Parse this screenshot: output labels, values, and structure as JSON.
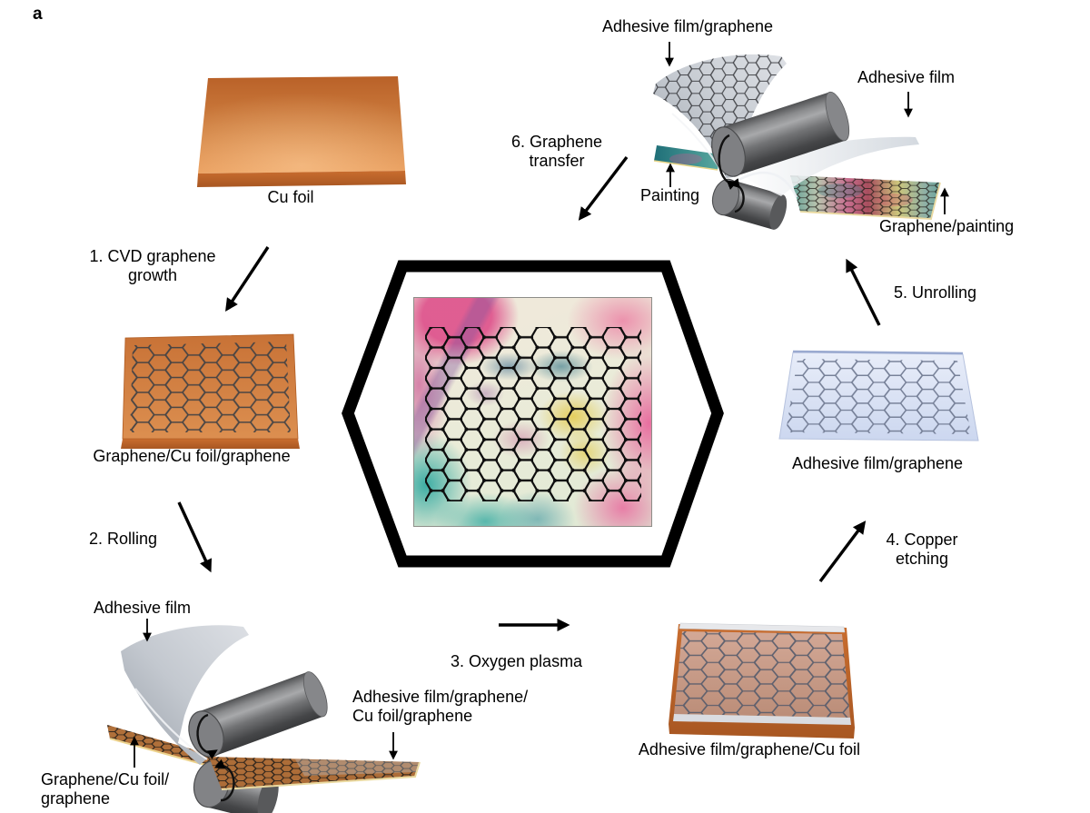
{
  "figure": {
    "panel_label": "a",
    "steps": [
      {
        "label": "1. CVD graphene\ngrowth"
      },
      {
        "label": "2. Rolling"
      },
      {
        "label": "3. Oxygen plasma"
      },
      {
        "label": "4. Copper\netching"
      },
      {
        "label": "5. Unrolling"
      },
      {
        "label": "6. Graphene\ntransfer"
      }
    ],
    "captions": {
      "cu_foil": "Cu foil",
      "cvd_plate": "Graphene/Cu foil/graphene",
      "rolling_film": "Adhesive film",
      "rolling_input": "Graphene/Cu foil/\ngraphene",
      "rolling_output": "Adhesive film/graphene/\nCu foil/graphene",
      "etched_plate": "Adhesive film/graphene/Cu foil",
      "film_plate": "Adhesive film/graphene",
      "transfer_film_graphene": "Adhesive film/graphene",
      "transfer_film": "Adhesive film",
      "transfer_painting": "Painting",
      "transfer_output": "Graphene/painting"
    },
    "colors": {
      "copper": "#cd7a3a",
      "copper_dark": "#b55f26",
      "roller_gray": "#77787a",
      "adhesive_film_gray": "#bfc6cd",
      "adhesive_film_blue": "#dfe6f5",
      "graphene_lattice": "#2f3033",
      "hexagon_frame": "#000000",
      "painting_pink": "#de528c",
      "painting_teal": "#2aa69e",
      "painting_yellow": "#e4cb50"
    }
  }
}
